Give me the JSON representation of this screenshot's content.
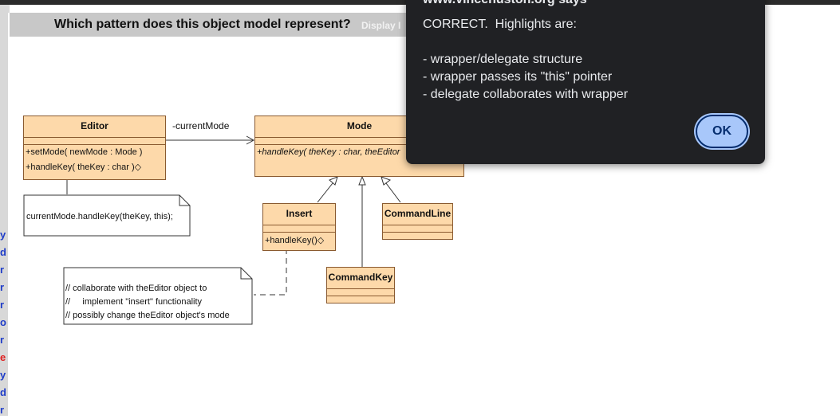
{
  "question": {
    "text": "Which pattern does this object model represent?",
    "display_link": "Display I"
  },
  "left_links": [
    "y",
    "d",
    "r",
    "r",
    "r",
    "o",
    "r",
    "e",
    "y",
    "d",
    "r"
  ],
  "diagram": {
    "association_label": "-currentMode",
    "editor": {
      "name": "Editor",
      "ops": [
        "+setMode( newMode : Mode )",
        "+handleKey( theKey : char )◇"
      ]
    },
    "mode": {
      "name": "Mode",
      "ops": [
        "+handleKey( theKey : char, theEditor"
      ]
    },
    "insert": {
      "name": "Insert",
      "ops": [
        "+handleKey()◇"
      ]
    },
    "command_line": {
      "name": "CommandLine"
    },
    "command_key": {
      "name": "CommandKey"
    },
    "note_editor": "currentMode.handleKey(theKey, this);",
    "note_insert": [
      "// collaborate with theEditor object to",
      "//     implement \"insert\" functionality",
      "// possibly change theEditor object's mode"
    ]
  },
  "dialog": {
    "title": "www.vincehuston.org says",
    "lines": [
      "CORRECT.  Highlights are:",
      "",
      "- wrapper/delegate structure",
      "- wrapper passes its \"this\" pointer",
      "- delegate collaborates with wrapper"
    ],
    "ok_label": "OK"
  }
}
